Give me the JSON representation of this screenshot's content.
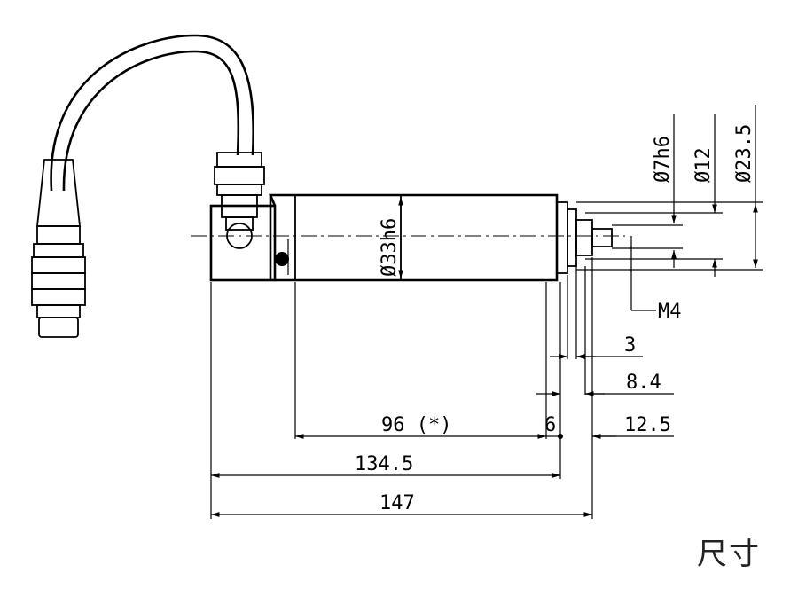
{
  "dimensions": {
    "d_7h6": "Ø7h6",
    "d_12": "Ø12",
    "d_23_5": "Ø23.5",
    "d_33h6": "Ø33h6",
    "thread": "M4",
    "len_3": "3",
    "len_8_4": "8.4",
    "len_12_5": "12.5",
    "len_96": "96 (*)",
    "len_6": "6",
    "len_134_5": "134.5",
    "len_147": "147"
  },
  "caption": "尺寸"
}
